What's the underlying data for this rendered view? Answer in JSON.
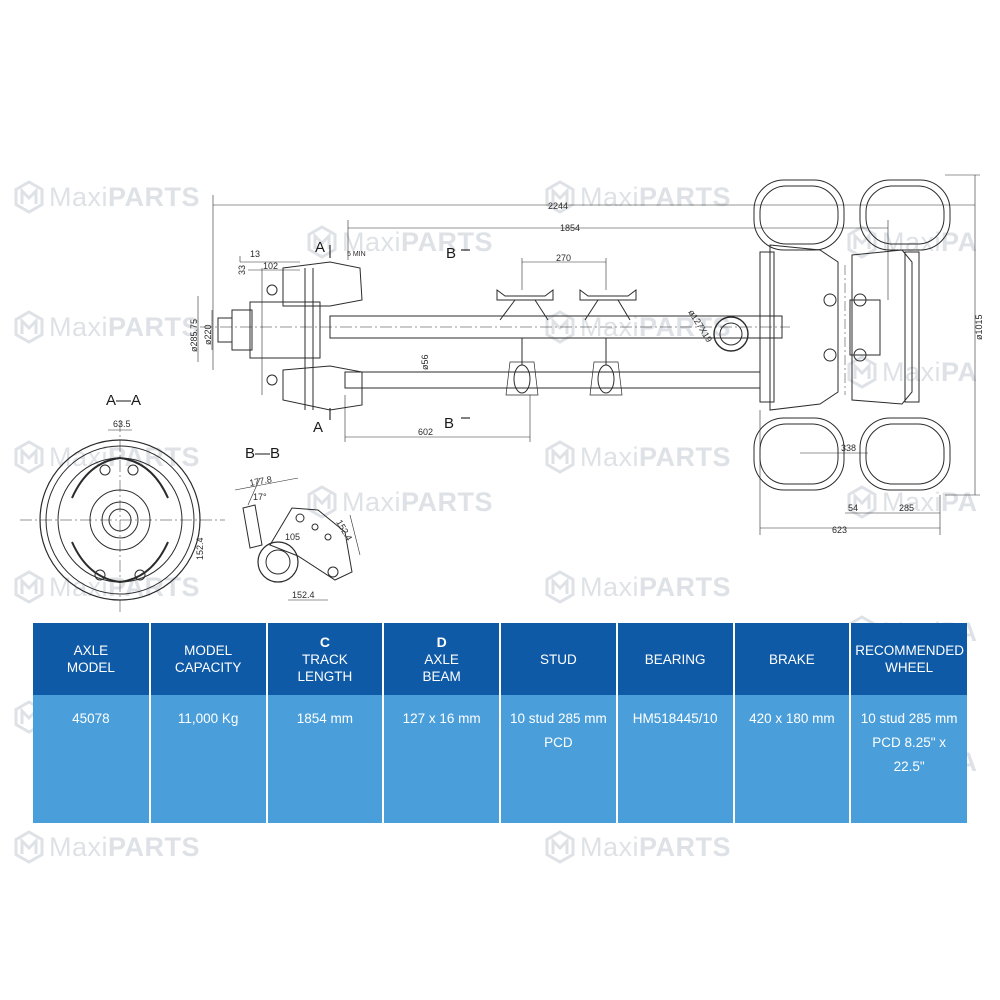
{
  "watermark": {
    "brand_a": "Maxi",
    "brand_b": "PARTS",
    "brand_short": "Maxi",
    "brand_short_b": "PA"
  },
  "drawing": {
    "dims": {
      "overall": "2244",
      "track": "1854",
      "d13": "13",
      "d102": "102",
      "d33": "33",
      "d5min": "5 MIN",
      "d270": "270",
      "d127x19": "ø127X19",
      "d285_75": "ø285.75",
      "d220": "ø220",
      "d56": "ø56",
      "d602": "602",
      "d1015": "ø1015",
      "d338": "338",
      "d54": "54",
      "d285": "285",
      "d623": "623",
      "d63_5": "63.5",
      "d152_4a": "152.4",
      "d177_8": "177.8",
      "d17": "17°",
      "d105": "105",
      "d152_4b": "152.4",
      "d152_4c": "152.4"
    },
    "section_labels": {
      "a_top": "A",
      "a_bottom": "A",
      "b_top": "B",
      "b_bottom": "B",
      "aa": "A—A",
      "bb": "B—B"
    }
  },
  "spec_table": {
    "headers": [
      {
        "letter": "",
        "lines": [
          "AXLE",
          "MODEL"
        ]
      },
      {
        "letter": "",
        "lines": [
          "MODEL",
          "CAPACITY"
        ]
      },
      {
        "letter": "C",
        "lines": [
          "TRACK",
          "LENGTH"
        ]
      },
      {
        "letter": "D",
        "lines": [
          "AXLE",
          "BEAM"
        ]
      },
      {
        "letter": "",
        "lines": [
          "STUD",
          ""
        ]
      },
      {
        "letter": "",
        "lines": [
          "BEARING",
          ""
        ]
      },
      {
        "letter": "",
        "lines": [
          "BRAKE",
          ""
        ]
      },
      {
        "letter": "",
        "lines": [
          "RECOMMENDED",
          "WHEEL"
        ]
      }
    ],
    "row": [
      "45078",
      "11,000 Kg",
      "1854 mm",
      "127 x 16 mm",
      "10 stud 285 mm PCD",
      "HM518445/10",
      "420 x 180 mm",
      "10 stud 285 mm PCD 8.25\" x 22.5\""
    ]
  }
}
